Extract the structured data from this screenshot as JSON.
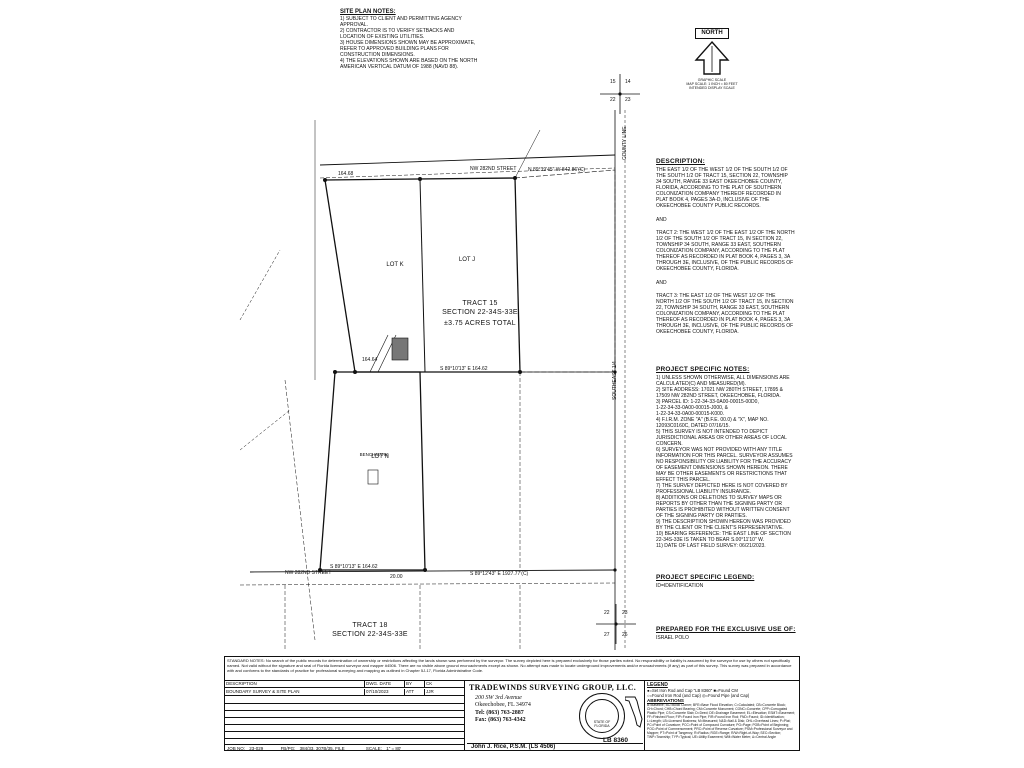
{
  "site_plan_notes": {
    "title": "SITE PLAN NOTES:",
    "lines": [
      "1) SUBJECT TO CLIENT AND PERMITTING AGENCY",
      "APPROVAL.",
      "2) CONTRACTOR IS TO VERIFY SETBACKS AND",
      "LOCATION OF EXISTING UTILITIES.",
      "3) HOUSE DIMENSIONS SHOWN MAY BE APPROXIMATE,",
      "REFER TO APPROVED BUILDING PLANS FOR",
      "CONSTRUCTION DIMENSIONS.",
      "4) THE ELEVATIONS SHOWN ARE BASED ON THE NORTH",
      "AMERICAN VERTICAL DATUM OF 1988 (NAVD 88)."
    ]
  },
  "north_arrow": {
    "label": "NORTH",
    "scale_note": "GRAPHIC SCALE\nMAP SCALE: 1 INCH = 80 FEET\nINTENDED DISPLAY SCALE"
  },
  "corner_top": {
    "a": "15",
    "b": "14",
    "c": "22",
    "d": "23"
  },
  "corner_bottom": {
    "a": "22",
    "b": "23",
    "c": "27",
    "d": "26"
  },
  "plan": {
    "tract15": "TRACT 15",
    "section_top": "SECTION 22-34S-33E",
    "acres": "±3.75  ACRES TOTAL",
    "tract18": "TRACT 18",
    "section_bottom": "SECTION 22-34S-33E",
    "lot_k": "LOT K",
    "lot_j": "LOT J",
    "lot_n": "LOT N",
    "benchmark": "BENCHMARK",
    "road_top": "NW 282ND STREET",
    "road_bottom": "NW 282ND STREET",
    "bearing_top": "N 89°39'45\" W  842.86'(C)",
    "bearing_mid": "S 89°10'13\" E  164.62",
    "bearing_bottom": "S 89°12'43\" E  1927.77'(C)",
    "bearing_bottom_left": "S 89°10'13\" E  164.62",
    "dim_top": "164.68",
    "dim_mid": "164.64",
    "dim_bottom": "20.00",
    "east_line_label": "SOUTHEAST 1/4",
    "east_road_label": "COUNTY LINE"
  },
  "description": {
    "title": "DESCRIPTION:",
    "p1": "THE EAST 1/2 OF THE WEST 1/2 OF THE SOUTH 1/2 OF\nTHE SOUTH 1/2 OF TRACT 15, SECTION 22, TOWNSHIP\n34 SOUTH, RANGE 33 EAST OKEECHOBEE COUNTY,\nFLORIDA, ACCORDING TO THE PLAT OF SOUTHERN\nCOLONIZATION COMPANY THEREOF RECORDED IN\nPLAT BOOK 4, PAGES 3A-D, INCLUSIVE OF THE\nOKEECHOBEE COUNTY PUBLIC RECORDS.",
    "and1": "AND",
    "p2": "TRACT 2: THE WEST 1/2 OF THE EAST 1/2 OF THE NORTH\n1/2 OF THE SOUTH 1/2 OF TRACT 15, IN SECTION 22,\nTOWNSHIP 34 SOUTH, RANGE 33 EAST, SOUTHERN\nCOLONIZATION COMPANY, ACCORDING TO THE PLAT\nTHEREOF AS RECORDED IN PLAT BOOK 4, PAGES 3, 3A\nTHROUGH 3E, INCLUSIVE, OF THE PUBLIC RECORDS OF\nOKEECHOBEE COUNTY, FLORIDA.",
    "and2": "AND",
    "p3": "TRACT 3: THE EAST 1/2 OF THE WEST 1/2 OF THE\nNORTH 1/2 OF THE SOUTH 1/2 OF TRACT 15, IN SECTION\n22, TOWNSHIP 34 SOUTH, RANGE 33 EAST, SOUTHERN\nCOLONIZATION COMPANY, ACCORDING TO THE PLAT\nTHEREOF AS RECORDED IN PLAT BOOK 4, PAGES 3, 3A\nTHROUGH 3E, INCLUSIVE, OF THE PUBLIC RECORDS OF\nOKEECHOBEE COUNTY, FLORIDA."
  },
  "project_notes": {
    "title": "PROJECT SPECIFIC NOTES:",
    "text": "1) UNLESS SHOWN OTHERWISE, ALL DIMENSIONS ARE\nCALCULATED(C) AND MEASURED(M).\n2) SITE ADDRESS: 17021 NW 280TH STREET, 17895 &\n17509 NW 282ND STREET, OKEECHOBEE, FLORIDA.\n3) PARCEL ID: 1-22-34-33-0A00-00015-00D0,\n1-22-34-33-0A00-00015-J000, &\n1-22-34-33-0A00-00015-K000.\n4) F.I.R.M. ZONE \"A\" (B.F.E. 00.0) & \"X\", MAP NO.\n12093C0160C, DATED 07/16/15.\n5) THIS SURVEY IS NOT INTENDED TO DEPICT\nJURISDICTIONAL AREAS OR OTHER AREAS OF LOCAL\nCONCERN.\n6) SURVEYOR WAS NOT PROVIDED WITH ANY TITLE\nINFORMATION FOR THIS PARCEL. SURVEYOR ASSUMES\nNO RESPONSIBILITY OR LIABILITY FOR THE ACCURACY\nOF EASEMENT DIMENSIONS SHOWN HEREON. THERE\nMAY BE OTHER EASEMENTS OR RESTRICTIONS THAT\nEFFECT THIS PARCEL.\n7) THE SURVEY DEPICTED HERE IS NOT COVERED BY\nPROFESSIONAL LIABILITY INSURANCE.\n8) ADDITIONS OR DELETIONS TO SURVEY MAPS OR\nREPORTS BY OTHER THAN THE SIGNING PARTY OR\nPARTIES IS PROHIBITED WITHOUT WRITTEN CONSENT\nOF THE SIGNING PARTY OR PARTIES.\n9) THE DESCRIPTION SHOWN HEREON WAS PROVIDED\nBY THE CLIENT OR THE CLIENT'S REPRESENTATIVE.\n10) BEARING REFERENCE: THE EAST LINE OF SECTION\n22-34S-33E IS TAKEN TO BEAR S.00°11'10\" W.\n11) DATE OF LAST FIELD SURVEY: 06/21/2023."
  },
  "legend": {
    "title": "PROJECT SPECIFIC LEGEND:",
    "text": "ID=IDENTIFICATION"
  },
  "prepared": {
    "title": "PREPARED FOR THE EXCLUSIVE USE OF:",
    "text": "ISRAEL POLO"
  },
  "standard_notes": "STANDARD NOTES: No search of the public records for determination of ownership or restrictions affecting the lands shown was performed by the surveyor. The survey depicted here is prepared exclusively for those parties noted. No responsibility or liability is assumed by the surveyor for use by others not specifically named. Not valid without the signature and seal of Florida licensed surveyor and mapper #4506. There are no visible above ground encroachments except as shown. No attempt was made to locate underground improvements and/or encroachments (if any) as part of this survey. This survey was prepared in accordance with and conforms to the standards of practice for professional surveying and mapping as outlined in Chapter 5J-17, Florida Administrative Code.",
  "title_block": {
    "h_description": "DESCRIPTION",
    "h_dwg_date": "DWG. DATE",
    "h_by": "BY",
    "h_ck": "CK",
    "r_description": "BOUNDARY SURVEY & SITE PLAN",
    "r_date": "07/10/2023",
    "r_by": "ATT",
    "r_ck": "JJR",
    "job_no_label": "JOB NO:",
    "job_no": "23-029",
    "fb_label": "FB/PG:",
    "fb": "384/33, 307B/35, FILE",
    "scale_label": "SCALE:",
    "scale": "1\" = 80'",
    "company": "TRADEWINDS SURVEYING GROUP, LLC.",
    "addr1": "200 SW 3rd Avenue",
    "addr2": "Okeechobee, FL  34974",
    "tel": "Tel: (863) 763-2887",
    "fax": "Fax: (863) 763-4342",
    "seal": "STATE OF\nFLORIDA",
    "signature": "John J. Rice, P.S.M. (LS 4506)",
    "lb": "LB 8360"
  },
  "legend_block": {
    "title": "LEGEND",
    "line1": "●=Set Iron Rod and Cap \"LB 8360\"   ■=Found CM",
    "line2": "○=Found Iron Rod (and Cap)   ◎=Found Pipe (and Cap)",
    "abbr_title": "ABBREVIATIONS",
    "abbr": "B=Baseline; BC=Block Corner; BFE=Base Flood Elevation; C=Calculated; CB=Concrete Block; CH=Chord; CHB=Chord Bearing; CM=Concrete Monument; CONC=Concrete; CPP=Corrugated Plastic Pipe; CS=Concrete Slab; D=Deed; DE=Drainage Easement; EL=Elevation; ESMT=Easement; FF=Finished Floor; FIP=Found Iron Pipe; FIR=Found Iron Rod; FND=Found; ID=Identification; L=Length; LB=Licensed Business; M=Measured; N&D=Nail & Disk; OHL=Overhead Lines; P=Plat; PC=Point of Curvature; PCC=Point of Compound Curvature; PG=Page; POB=Point of Beginning; POC=Point of Commencement; PRC=Point of Reverse Curvature; PSM=Professional Surveyor and Mapper; PT=Point of Tangency; R=Radius; RGE=Range; R/W=Right-of-Way; SEC=Section; TWP=Township; TYP=Typical; UE=Utility Easement; WM=Water Meter; Δ=Central Angle"
  }
}
